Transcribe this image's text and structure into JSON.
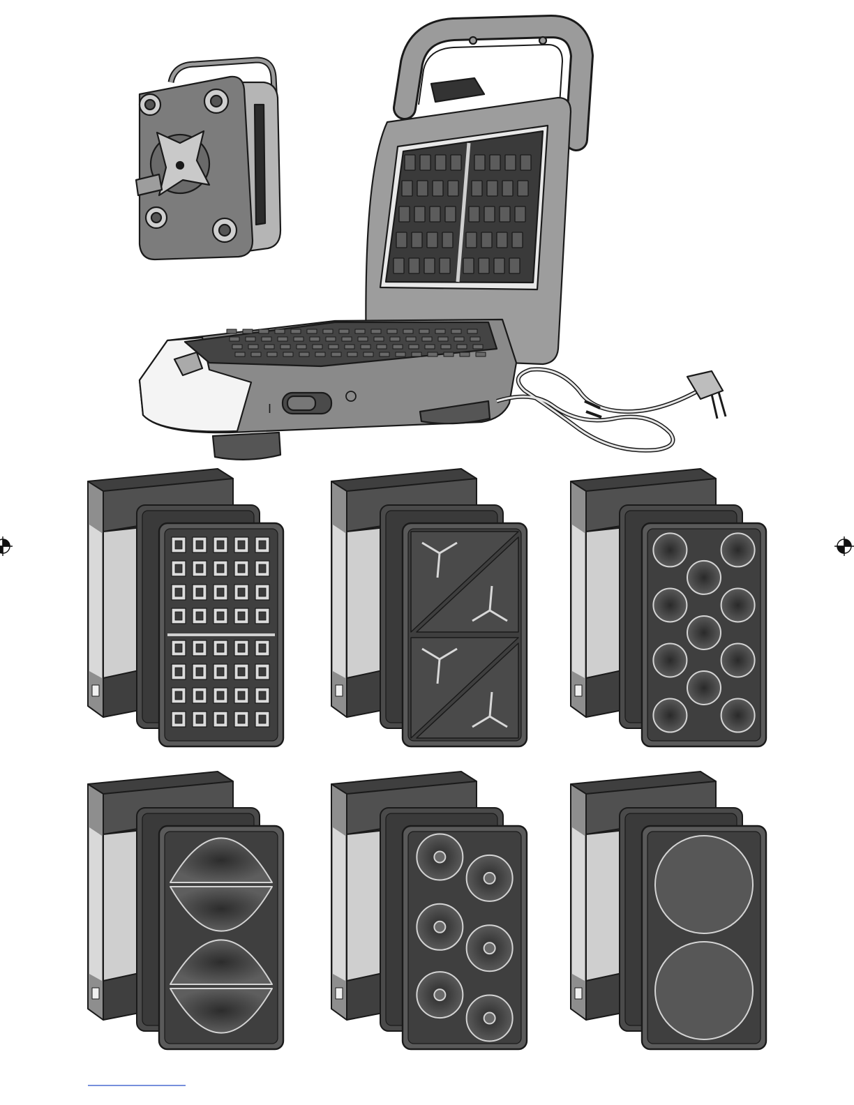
{
  "appliance": {
    "switch_on_label": "I",
    "switch_off_label": "O"
  },
  "plates": [
    {
      "type": "waffle",
      "icon": "waffle-plate-icon"
    },
    {
      "type": "sandwich",
      "icon": "sandwich-plate-icon"
    },
    {
      "type": "mini-cake",
      "icon": "mini-cake-plate-icon"
    },
    {
      "type": "half-oval",
      "icon": "half-oval-plate-icon"
    },
    {
      "type": "donut",
      "icon": "donut-plate-icon"
    },
    {
      "type": "pancake",
      "icon": "pancake-plate-icon"
    }
  ],
  "colors": {
    "outline": "#1a1a1a",
    "body_grey": "#8c8c8c",
    "dark_plate": "#3f3f3f",
    "light_panel": "#d8d8d8",
    "white_panel": "#f2f2f2"
  }
}
